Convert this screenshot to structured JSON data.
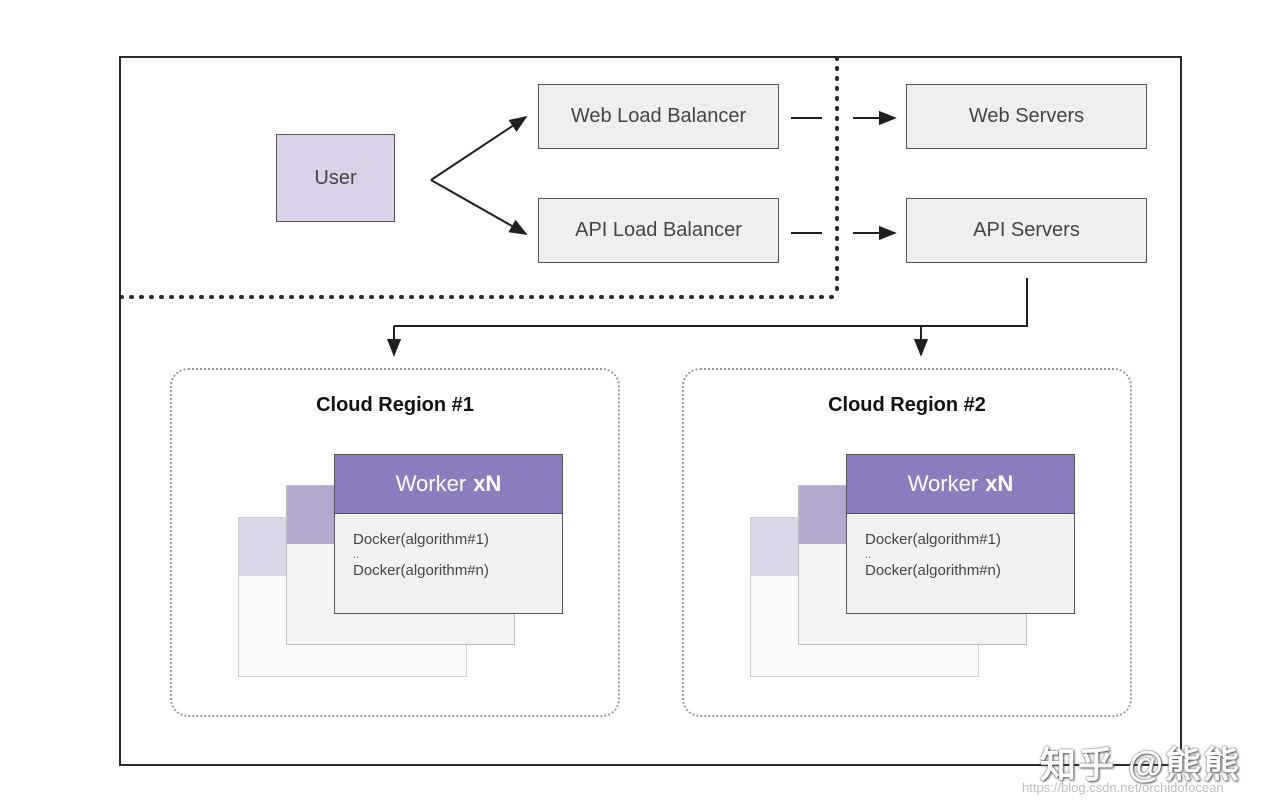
{
  "nodes": {
    "user": "User",
    "web_lb": "Web Load Balancer",
    "api_lb": "API Load Balancer",
    "web_servers": "Web Servers",
    "api_servers": "API Servers"
  },
  "regions": [
    {
      "title": "Cloud Region #1",
      "worker_label": "Worker",
      "worker_multiplier": "xN",
      "lines": [
        "Docker(algorithm#1)",
        "..",
        "Docker(algorithm#n)"
      ]
    },
    {
      "title": "Cloud Region #2",
      "worker_label": "Worker",
      "worker_multiplier": "xN",
      "lines": [
        "Docker(algorithm#1)",
        "..",
        "Docker(algorithm#n)"
      ]
    }
  ],
  "watermark": {
    "text": "知乎 @熊熊",
    "url": "https://blog.csdn.net/orchidofocean"
  },
  "colors": {
    "user_fill": "#d9d2e9",
    "box_fill": "#efefef",
    "worker_header": "#8b7dbd",
    "stroke": "#2b2b2b"
  }
}
